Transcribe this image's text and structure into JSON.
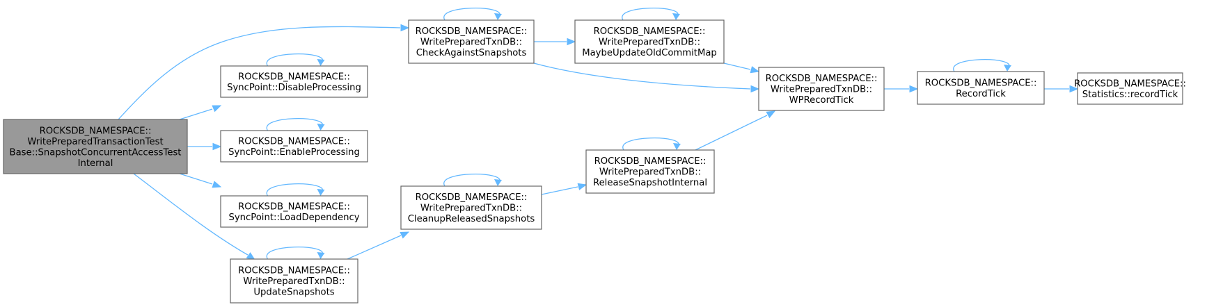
{
  "colors": {
    "edge": "#63b8ff",
    "node_fill": "#ffffff",
    "node_border": "#666666",
    "root_fill": "#999999"
  },
  "nodes": [
    {
      "id": "root",
      "lines": [
        "ROCKSDB_NAMESPACE::",
        "WritePreparedTransactionTest",
        "Base::SnapshotConcurrentAccessTest",
        "Internal"
      ],
      "root": true
    },
    {
      "id": "disable",
      "lines": [
        "ROCKSDB_NAMESPACE::",
        "SyncPoint::DisableProcessing"
      ],
      "self_loop": true
    },
    {
      "id": "enable",
      "lines": [
        "ROCKSDB_NAMESPACE::",
        "SyncPoint::EnableProcessing"
      ],
      "self_loop": true
    },
    {
      "id": "loaddep",
      "lines": [
        "ROCKSDB_NAMESPACE::",
        "SyncPoint::LoadDependency"
      ],
      "self_loop": true
    },
    {
      "id": "updsnap",
      "lines": [
        "ROCKSDB_NAMESPACE::",
        "WritePreparedTxnDB::",
        "UpdateSnapshots"
      ],
      "self_loop": true
    },
    {
      "id": "checksnap",
      "lines": [
        "ROCKSDB_NAMESPACE::",
        "WritePreparedTxnDB::",
        "CheckAgainstSnapshots"
      ],
      "self_loop": true
    },
    {
      "id": "cleanup",
      "lines": [
        "ROCKSDB_NAMESPACE::",
        "WritePreparedTxnDB::",
        "CleanupReleasedSnapshots"
      ],
      "self_loop": true
    },
    {
      "id": "maybeupd",
      "lines": [
        "ROCKSDB_NAMESPACE::",
        "WritePreparedTxnDB::",
        "MaybeUpdateOldCommitMap"
      ],
      "self_loop": true
    },
    {
      "id": "release",
      "lines": [
        "ROCKSDB_NAMESPACE::",
        "WritePreparedTxnDB::",
        "ReleaseSnapshotInternal"
      ],
      "self_loop": true
    },
    {
      "id": "wprecord",
      "lines": [
        "ROCKSDB_NAMESPACE::",
        "WritePreparedTxnDB::",
        "WPRecordTick"
      ],
      "self_loop": false
    },
    {
      "id": "recordtick",
      "lines": [
        "ROCKSDB_NAMESPACE::",
        "RecordTick"
      ],
      "self_loop": true
    },
    {
      "id": "statrecord",
      "lines": [
        "ROCKSDB_NAMESPACE::",
        "Statistics::recordTick"
      ],
      "self_loop": false
    }
  ],
  "edges": [
    {
      "from": "root",
      "to": "checksnap"
    },
    {
      "from": "root",
      "to": "disable"
    },
    {
      "from": "root",
      "to": "enable"
    },
    {
      "from": "root",
      "to": "loaddep"
    },
    {
      "from": "root",
      "to": "updsnap"
    },
    {
      "from": "checksnap",
      "to": "maybeupd"
    },
    {
      "from": "checksnap",
      "to": "wprecord"
    },
    {
      "from": "maybeupd",
      "to": "wprecord"
    },
    {
      "from": "updsnap",
      "to": "cleanup"
    },
    {
      "from": "cleanup",
      "to": "release"
    },
    {
      "from": "release",
      "to": "wprecord"
    },
    {
      "from": "wprecord",
      "to": "recordtick"
    },
    {
      "from": "recordtick",
      "to": "statrecord"
    }
  ]
}
